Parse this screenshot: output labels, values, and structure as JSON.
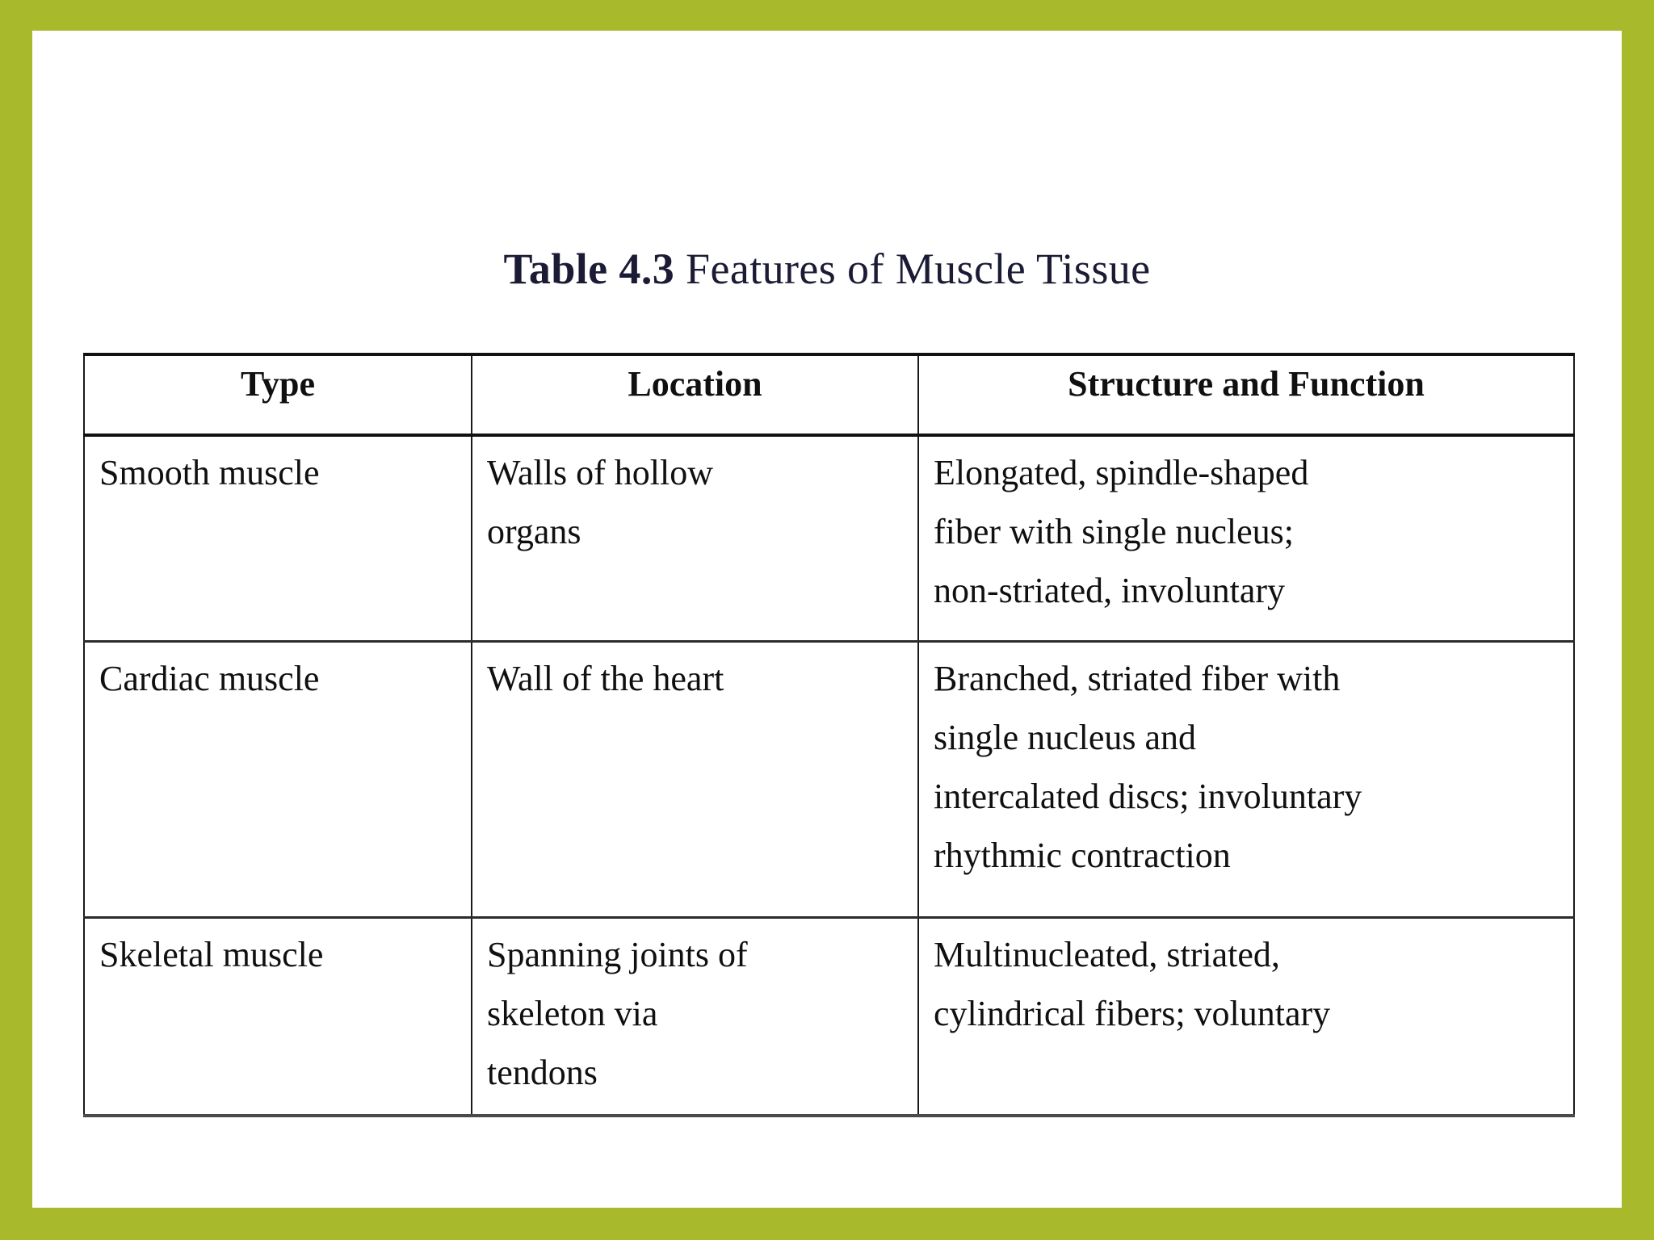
{
  "slide": {
    "background_color": "#A8BA2C",
    "content_background": "#ffffff"
  },
  "title": {
    "label_lead": "Table 4.3",
    "label_rest": " Features of Muscle Tissue",
    "full": "Table 4.3 Features of Muscle Tissue",
    "color": "#1b1b35"
  },
  "table": {
    "border_color": "#1a1a1a",
    "headers": [
      "Type",
      "Location",
      "Structure and Function"
    ],
    "rows": [
      {
        "type": "Smooth muscle",
        "location": "Walls of hollow\norgans",
        "structure_function": "Elongated, spindle-shaped\nfiber with single nucleus;\nnon-striated, involuntary"
      },
      {
        "type": "Cardiac muscle",
        "location": "Wall of the heart",
        "structure_function": "Branched, striated fiber with\nsingle nucleus and\nintercalated discs; involuntary\nrhythmic contraction"
      },
      {
        "type": "Skeletal muscle",
        "location": "Spanning joints of\nskeleton via\ntendons",
        "structure_function": "Multinucleated, striated,\ncylindrical fibers; voluntary"
      }
    ]
  }
}
